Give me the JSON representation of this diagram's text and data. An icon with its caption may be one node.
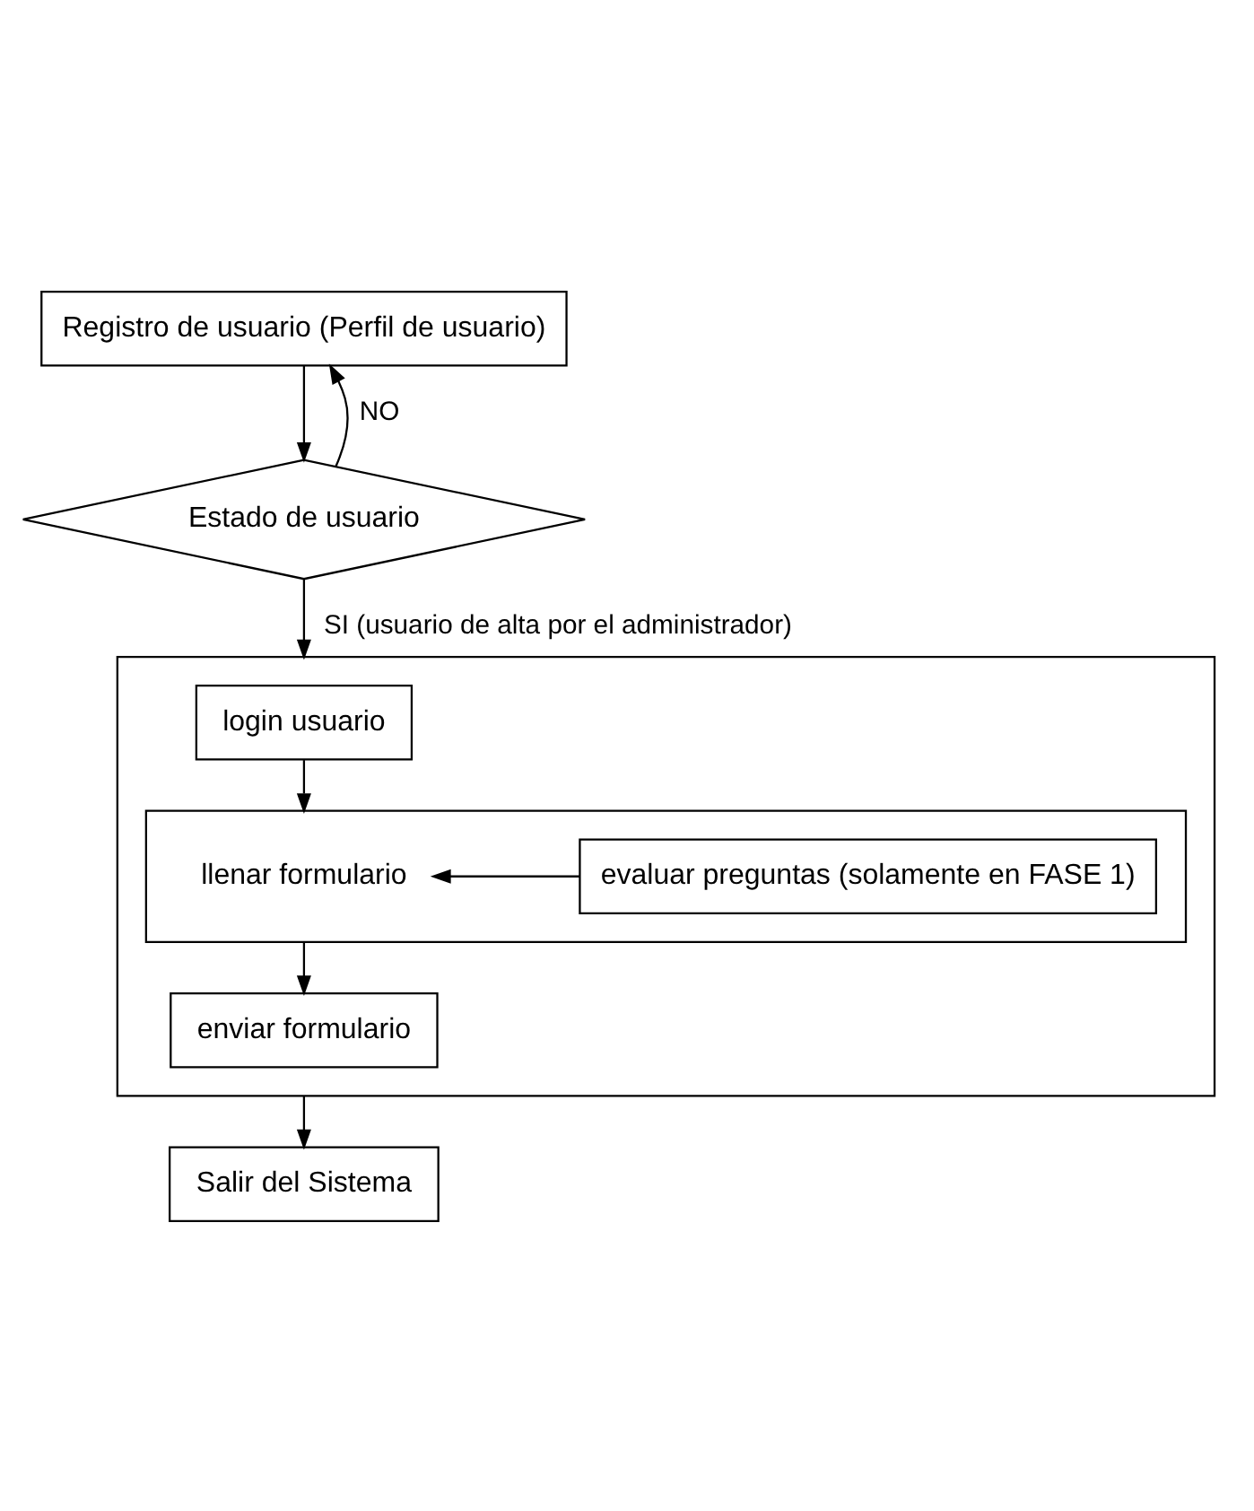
{
  "diagram": {
    "nodes": [
      {
        "text": [
          "Registro de usuario (Perfil de usuario)"
        ]
      },
      {
        "text": [
          "Estado de usuario"
        ]
      },
      {
        "text": [],
        "shape": "box"
      },
      {
        "text": [
          "login usuario"
        ],
        "in": 2
      },
      {
        "text": [
          "llenar formulario"
        ],
        "in": 2
      },
      {
        "text": [
          "evaluar preguntas (solamente en FASE 1)"
        ],
        "in": 4
      },
      {
        "text": [
          "enviar formulario"
        ],
        "in": 2
      },
      {
        "text": [
          "Salir del Sistema"
        ]
      }
    ],
    "edges": [
      {
        "from": 0,
        "to": 1,
        "arrow": "to"
      },
      {
        "from": 1,
        "to": 0,
        "arrow": "to",
        "label": "NO"
      },
      {
        "from": 1,
        "to": 2,
        "arrow": "to",
        "label": "SI (usuario de alta por el administrador)"
      },
      {
        "from": 3,
        "to": 4,
        "arrow": "to"
      },
      {
        "from": 5,
        "to": 4,
        "arrow": "to"
      },
      {
        "from": 4,
        "to": 6,
        "arrow": "to"
      },
      {
        "from": 2,
        "to": 7,
        "arrow": "to"
      }
    ]
  }
}
